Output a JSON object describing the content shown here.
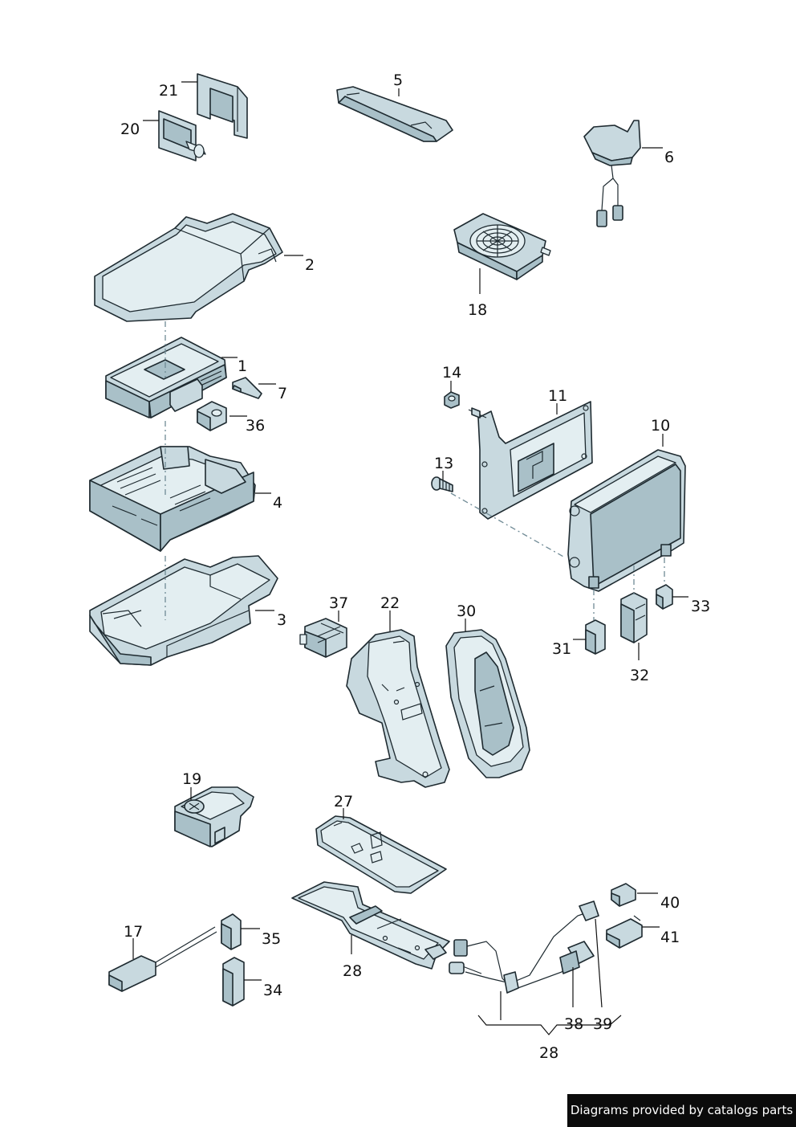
{
  "callouts": {
    "c1": "1",
    "c2": "2",
    "c3": "3",
    "c4": "4",
    "c5": "5",
    "c6": "6",
    "c7": "7",
    "c10": "10",
    "c11": "11",
    "c13": "13",
    "c14": "14",
    "c17": "17",
    "c18": "18",
    "c19": "19",
    "c20": "20",
    "c21": "21",
    "c22": "22",
    "c27": "27",
    "c28a": "28",
    "c28b": "28",
    "c30": "30",
    "c31": "31",
    "c32": "32",
    "c33": "33",
    "c34": "34",
    "c35": "35",
    "c36": "36",
    "c37": "37",
    "c38": "38",
    "c39": "39",
    "c40": "40",
    "c41": "41"
  },
  "watermark": "Diagrams provided by catalogs parts"
}
